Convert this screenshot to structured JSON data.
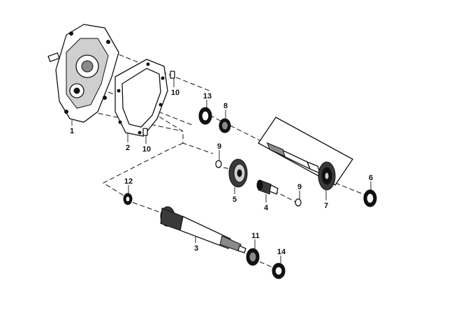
{
  "callouts": {
    "c1": "1",
    "c2": "2",
    "c3": "3",
    "c4": "4",
    "c5": "5",
    "c6": "6",
    "c7": "7",
    "c8": "8",
    "c9a": "9",
    "c9b": "9",
    "c10a": "10",
    "c10b": "10",
    "c11": "11",
    "c12": "12",
    "c13": "13",
    "c14": "14"
  },
  "colors": {
    "ink": "#111111",
    "background": "#ffffff"
  }
}
